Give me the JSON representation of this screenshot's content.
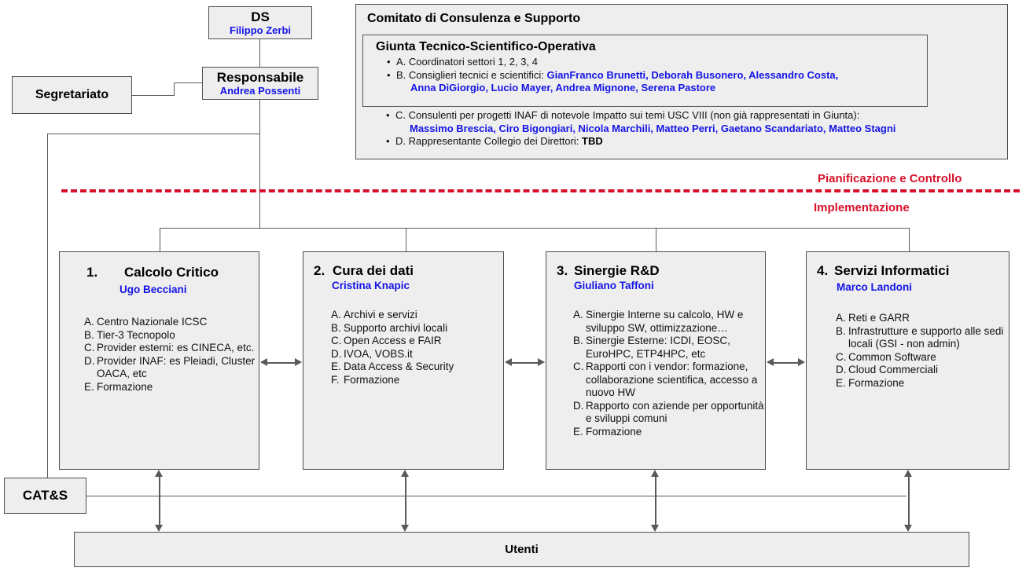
{
  "top": {
    "ds": {
      "title": "DS",
      "person": "Filippo Zerbi"
    },
    "responsabile": {
      "title": "Responsabile",
      "person": "Andrea Possenti"
    },
    "segretariato": {
      "title": "Segretariato"
    }
  },
  "committee": {
    "header": "Comitato di Consulenza e Supporto",
    "giunta": {
      "header": "Giunta Tecnico-Scientifico-Operativa",
      "items": [
        {
          "text": "A. Coordinatori settori 1, 2, 3, 4",
          "names": ""
        },
        {
          "text": "B. Consiglieri tecnici e scientifici: ",
          "names": "GianFranco Brunetti, Deborah Busonero, Alessandro Costa,",
          "names2": "Anna DiGiorgio, Lucio Mayer, Andrea Mignone, Serena Pastore"
        }
      ]
    },
    "items": [
      {
        "text": "C. Consulenti per progetti INAF di notevole Impatto sui temi USC VIII (non già rappresentati in Giunta):",
        "names": "Massimo Brescia, Ciro Bigongiari, Nicola Marchili, Matteo Perri, Gaetano Scandariato, Matteo Stagni"
      },
      {
        "text": "D. Rappresentante Collegio dei Direttori: ",
        "bold": "TBD"
      }
    ]
  },
  "divider": {
    "label_above": "Pianificazione e Controllo",
    "label_below": "Implementazione",
    "color": "#d6112a"
  },
  "pillars": [
    {
      "number": "1.",
      "title": "Calcolo Critico",
      "person": "Ugo Becciani",
      "items": [
        {
          "letter": "A.",
          "text": "Centro Nazionale ICSC"
        },
        {
          "letter": "B.",
          "text": "Tier-3 Tecnopolo"
        },
        {
          "letter": "C.",
          "text": "Provider esterni: es CINECA, etc."
        },
        {
          "letter": "D.",
          "text": "Provider INAF: es Pleiadi, Cluster OACA, etc"
        },
        {
          "letter": "E.",
          "text": "Formazione"
        }
      ]
    },
    {
      "number": "2.",
      "title": "Cura dei dati",
      "person": "Cristina Knapic",
      "items": [
        {
          "letter": "A.",
          "text": "Archivi e servizi"
        },
        {
          "letter": "B.",
          "text": "Supporto archivi locali"
        },
        {
          "letter": "C.",
          "text": "Open Access e FAIR"
        },
        {
          "letter": "D.",
          "text": "IVOA, VOBS.it"
        },
        {
          "letter": "E.",
          "text": "Data Access & Security"
        },
        {
          "letter": "F.",
          "text": "Formazione"
        }
      ]
    },
    {
      "number": "3.",
      "title": "Sinergie R&D",
      "person": "Giuliano Taffoni",
      "items": [
        {
          "letter": "A.",
          "text": "Sinergie Interne su calcolo, HW e sviluppo SW, ottimizzazione…"
        },
        {
          "letter": "B.",
          "text": "Sinergie Esterne: ICDI, EOSC, EuroHPC, ETP4HPC, etc"
        },
        {
          "letter": "C.",
          "text": "Rapporti con i vendor: formazione, collaborazione scientifica, accesso a nuovo HW"
        },
        {
          "letter": "D.",
          "text": "Rapporto con aziende per opportunità e  sviluppi comuni"
        },
        {
          "letter": "E.",
          "text": "Formazione"
        }
      ]
    },
    {
      "number": "4.",
      "title": "Servizi Informatici",
      "person": "Marco Landoni",
      "items": [
        {
          "letter": "A.",
          "text": "Reti e GARR"
        },
        {
          "letter": "B.",
          "text": "Infrastrutture e supporto alle sedi locali (GSI - non admin)"
        },
        {
          "letter": "C.",
          "text": "Common Software"
        },
        {
          "letter": "D.",
          "text": "Cloud Commerciali"
        },
        {
          "letter": "E.",
          "text": "Formazione"
        }
      ]
    }
  ],
  "bottom": {
    "cats": "CAT&S",
    "utenti": "Utenti"
  }
}
